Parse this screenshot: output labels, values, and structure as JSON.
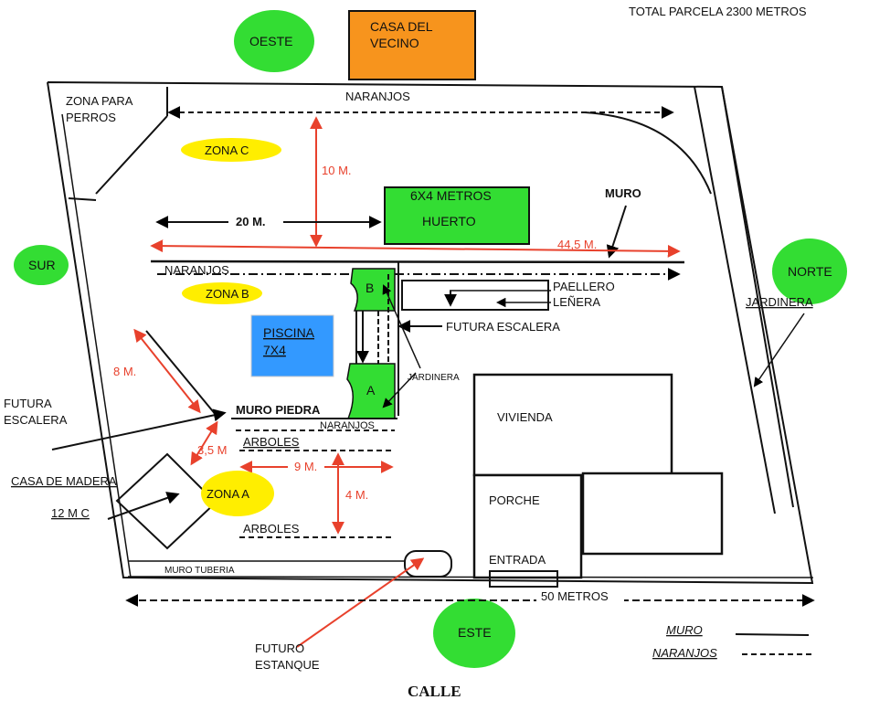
{
  "header": {
    "total": "TOTAL PARCELA 2300 METROS"
  },
  "neighbor": {
    "line1": "CASA DEL",
    "line2": "VECINO",
    "color": "#f7941d"
  },
  "cardinals": {
    "oeste": "OESTE",
    "sur": "SUR",
    "norte": "NORTE",
    "este": "ESTE",
    "color": "#33dd33"
  },
  "zones": {
    "c": "ZONA C",
    "b": "ZONA B",
    "a": "ZONA A",
    "color": "#ffee00"
  },
  "huerto": {
    "line1": "6X4 METROS",
    "line2": "HUERTO",
    "color": "#33dd33"
  },
  "piscina": {
    "line1": "PISCINA",
    "line2": "7X4",
    "color": "#3399ff"
  },
  "labels": {
    "zona_perros_1": "ZONA PARA",
    "zona_perros_2": "PERROS",
    "naranjos_top": "NARANJOS",
    "naranjos_mid": "NARANJOS",
    "naranjos_low": "NARANJOS",
    "muro": "MURO",
    "paellero_1": "PAELLERO",
    "paellero_2": "LEÑERA",
    "futura_escalera_right": "FUTURA ESCALERA",
    "jardinera_right": "JARDINERA",
    "jardinera_small": "JARDINERA",
    "futura_escalera_left_1": "FUTURA",
    "futura_escalera_left_2": "ESCALERA",
    "muro_piedra": "MURO PIEDRA",
    "arboles_1": "ARBOLES",
    "arboles_2": "ARBOLES",
    "casa_madera": "CASA DE MADERA",
    "casa_madera_size": "12 M C",
    "muro_tuberia": "MURO TUBERIA",
    "vivienda": "VIVIENDA",
    "porche": "PORCHE",
    "entrada": "ENTRADA",
    "futuro_estanque_1": "FUTURO",
    "futuro_estanque_2": "ESTANQUE",
    "bed_a": "A",
    "bed_b": "B",
    "calle": "CALLE"
  },
  "dimensions": {
    "d10": "10 M.",
    "d20": "20 M.",
    "d44": "44,5 M.",
    "d8": "8 M.",
    "d35": "3,5 M",
    "d9": "9 M.",
    "d4": "4 M.",
    "d50": "50 METROS",
    "accent": "#e8412c"
  },
  "legend": {
    "muro": "MURO",
    "naranjos": "NARANJOS"
  }
}
